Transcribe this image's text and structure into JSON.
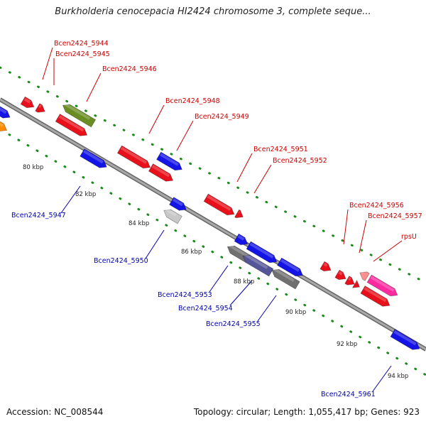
{
  "title": "Burkholderia cenocepacia HI2424 chromosome 3, complete seque...",
  "footer": {
    "accession": "Accession: NC_008544",
    "topology": "Topology: circular; Length: 1,055,417 bp; Genes: 923"
  },
  "ticks": [
    "80 kbp",
    "82 kbp",
    "84 kbp",
    "86 kbp",
    "88 kbp",
    "90 kbp",
    "92 kbp",
    "94 kbp"
  ],
  "labels_top": [
    "Bcen2424_5944",
    "Bcen2424_5945",
    "Bcen2424_5946",
    "Bcen2424_5948",
    "Bcen2424_5949",
    "Bcen2424_5951",
    "Bcen2424_5952",
    "Bcen2424_5956",
    "Bcen2424_5957",
    "rpsU"
  ],
  "labels_bottom": [
    "Bcen2424_5947",
    "Bcen2424_5950",
    "Bcen2424_5953",
    "Bcen2424_5954",
    "Bcen2424_5955",
    "Bcen2424_5961"
  ],
  "colors": {
    "forward_label": "#cc0000",
    "reverse_label": "#0000aa",
    "red": "#e8101a",
    "blue": "#1414e6",
    "olive": "#6b8e23",
    "gray": "#707070",
    "lightgray": "#c8c8c8",
    "pink": "#ff2aa0",
    "lightpink": "#ff8f8f",
    "orange": "#ff8c00",
    "slate": "#555599",
    "backbone": "#888888",
    "dots": "#1a8a1a"
  }
}
